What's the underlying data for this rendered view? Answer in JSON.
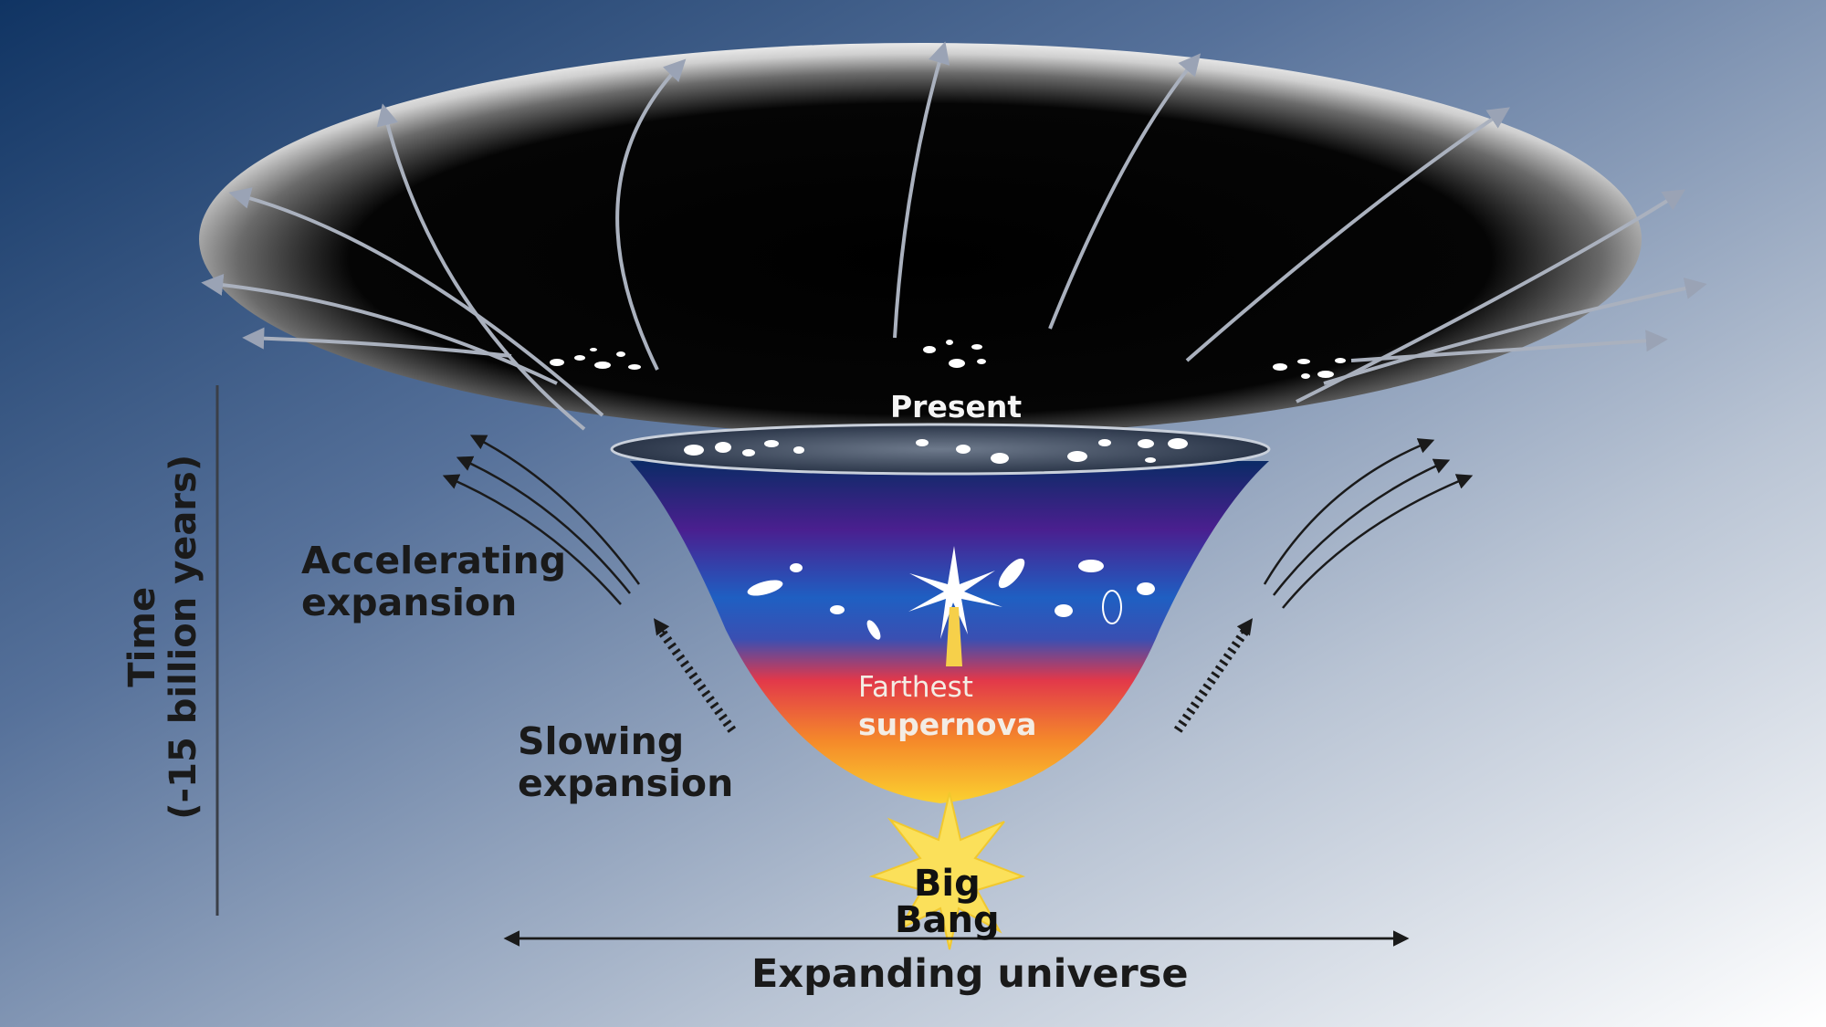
{
  "diagram": {
    "labels": {
      "present": "Present",
      "farthest_supernova_line1": "Farthest",
      "farthest_supernova_line2": "supernova",
      "accelerating_line1": "Accelerating",
      "accelerating_line2": "expansion",
      "slowing_line1": "Slowing",
      "slowing_line2": "expansion",
      "big_bang_line1": "Big",
      "big_bang_line2": "Bang",
      "expanding_universe": "Expanding universe",
      "time_line1": "Time",
      "time_line2": "(-15 billion years)"
    },
    "colors": {
      "background_dark": "#103463",
      "background_light": "#ffffff",
      "funnel_band_top": "#0b2b66",
      "funnel_band_purple": "#4a1f8f",
      "funnel_band_blue": "#1f5fc2",
      "funnel_band_red": "#e2384a",
      "funnel_band_orange": "#f58a2a",
      "funnel_band_yellow": "#fbd130",
      "label_dark": "#1a1a1a",
      "label_light": "#f4f4f4"
    }
  }
}
